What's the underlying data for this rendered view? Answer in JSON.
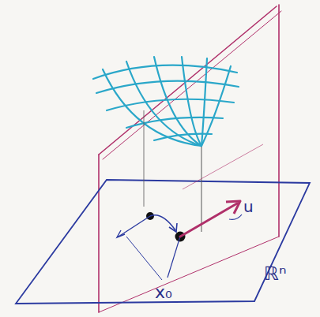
{
  "diagram": {
    "labels": [
      "u",
      "ℝⁿ",
      "x₀"
    ]
  }
}
